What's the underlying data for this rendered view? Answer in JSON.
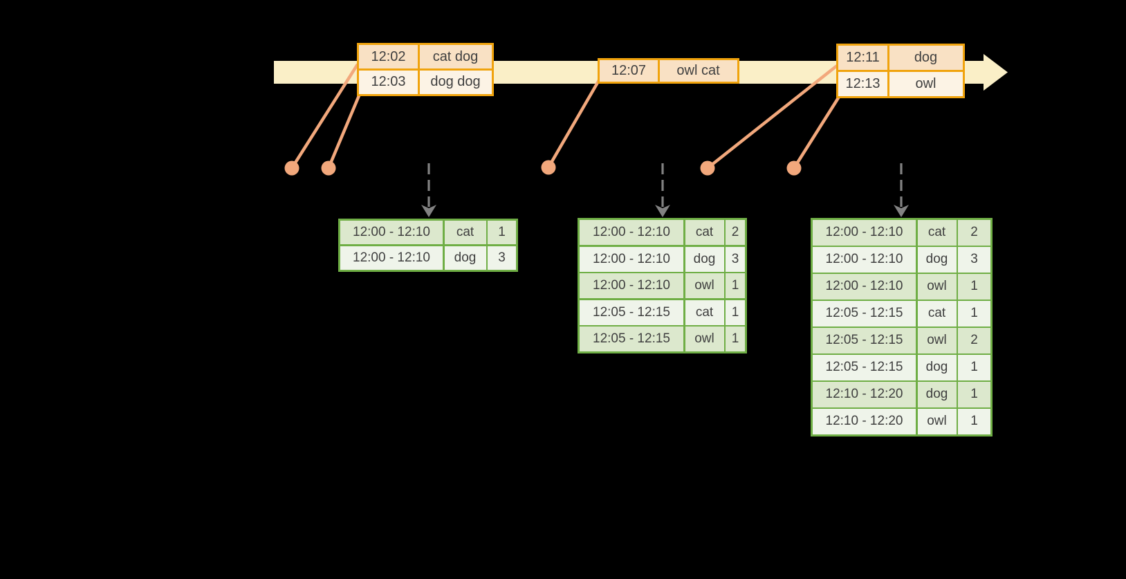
{
  "colors": {
    "background": "#000000",
    "timeline_band": "#FAEFC7",
    "event_table_border": "#F0A30D",
    "event_row_dark": "#F9E1C4",
    "event_row_light": "#FCF3E5",
    "event_line": "#F2A87C",
    "event_dot": "#F2A87C",
    "result_table_border": "#6FAE45",
    "result_row_dark": "#DCE8CD",
    "result_row_light": "#EFF4EA",
    "output_arrow": "#828282",
    "cell_text": "#3F3F3F"
  },
  "event_tables": [
    {
      "rows": [
        {
          "time": "12:02",
          "value": "cat dog"
        },
        {
          "time": "12:03",
          "value": "dog dog"
        }
      ]
    },
    {
      "rows": [
        {
          "time": "12:07",
          "value": "owl cat"
        }
      ]
    },
    {
      "rows": [
        {
          "time": "12:11",
          "value": "dog"
        },
        {
          "time": "12:13",
          "value": "owl"
        }
      ]
    }
  ],
  "result_tables": [
    {
      "rows": [
        {
          "window": "12:00 - 12:10",
          "key": "cat",
          "count": "1"
        },
        {
          "window": "12:00 - 12:10",
          "key": "dog",
          "count": "3"
        }
      ]
    },
    {
      "rows": [
        {
          "window": "12:00 - 12:10",
          "key": "cat",
          "count": "2"
        },
        {
          "window": "12:00 - 12:10",
          "key": "dog",
          "count": "3"
        },
        {
          "window": "12:00 - 12:10",
          "key": "owl",
          "count": "1"
        },
        {
          "window": "12:05 - 12:15",
          "key": "cat",
          "count": "1"
        },
        {
          "window": "12:05 - 12:15",
          "key": "owl",
          "count": "1"
        }
      ]
    },
    {
      "rows": [
        {
          "window": "12:00 - 12:10",
          "key": "cat",
          "count": "2"
        },
        {
          "window": "12:00 - 12:10",
          "key": "dog",
          "count": "3"
        },
        {
          "window": "12:00 - 12:10",
          "key": "owl",
          "count": "1"
        },
        {
          "window": "12:05 - 12:15",
          "key": "cat",
          "count": "1"
        },
        {
          "window": "12:05 - 12:15",
          "key": "owl",
          "count": "2"
        },
        {
          "window": "12:05 - 12:15",
          "key": "dog",
          "count": "1"
        },
        {
          "window": "12:10 - 12:20",
          "key": "dog",
          "count": "1"
        },
        {
          "window": "12:10 - 12:20",
          "key": "owl",
          "count": "1"
        }
      ]
    }
  ]
}
